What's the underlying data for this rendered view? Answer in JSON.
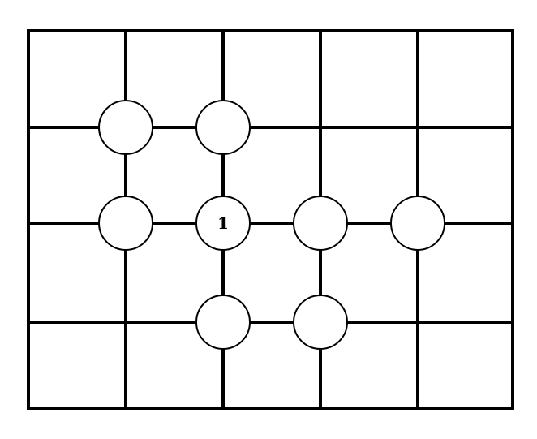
{
  "grid": {
    "columns": 5,
    "rows": 4,
    "line_color": "#000000",
    "background_color": "#ffffff"
  },
  "nodes": [
    {
      "col": 1,
      "row": 1,
      "label": ""
    },
    {
      "col": 2,
      "row": 1,
      "label": ""
    },
    {
      "col": 1,
      "row": 2,
      "label": ""
    },
    {
      "col": 2,
      "row": 2,
      "label": "1"
    },
    {
      "col": 3,
      "row": 2,
      "label": ""
    },
    {
      "col": 4,
      "row": 2,
      "label": ""
    },
    {
      "col": 2,
      "row": 3,
      "label": ""
    },
    {
      "col": 3,
      "row": 3,
      "label": ""
    }
  ]
}
